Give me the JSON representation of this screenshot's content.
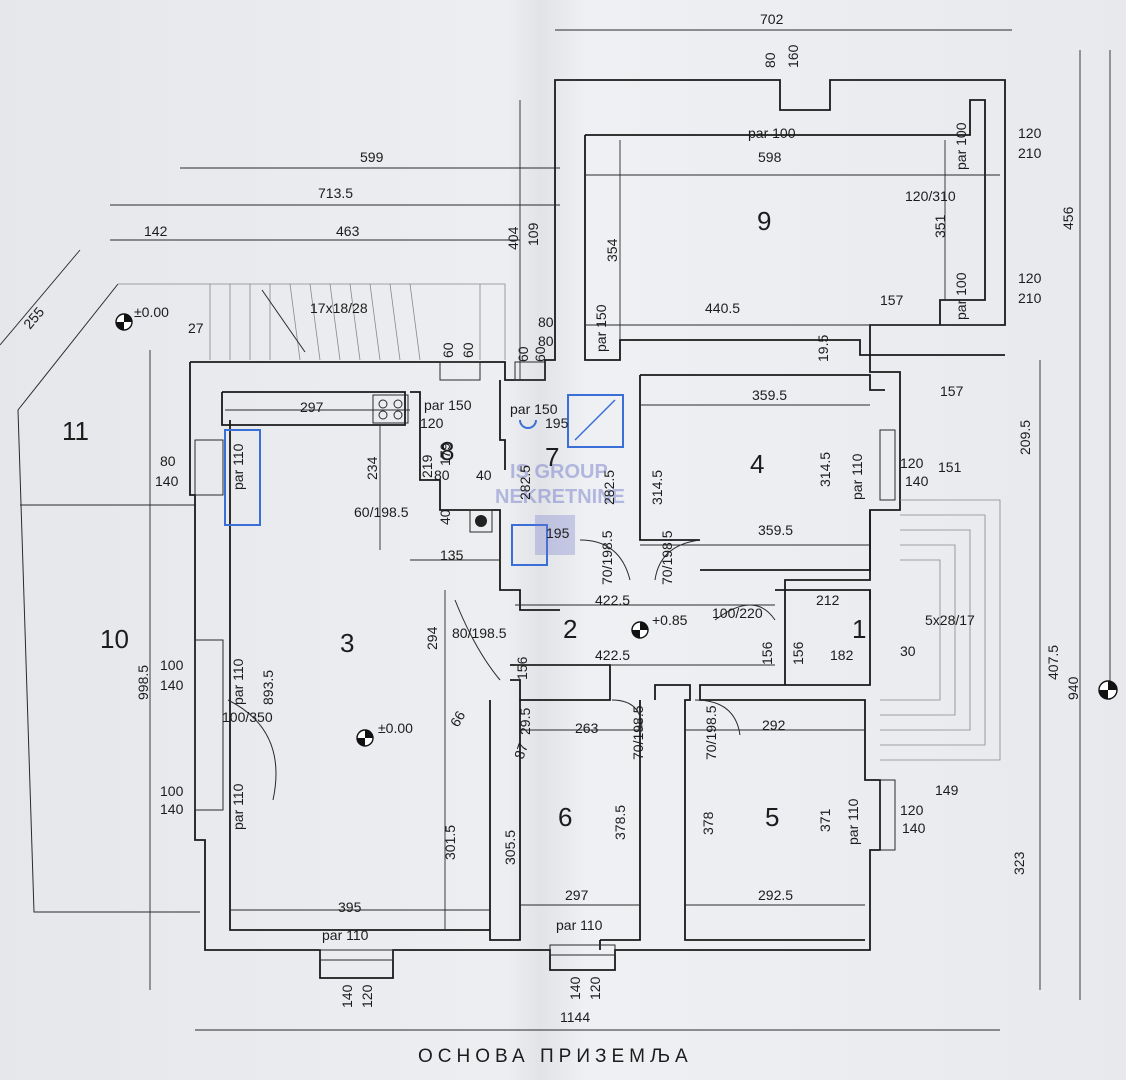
{
  "title": "ОСНОВА ПРИЗЕМЉА",
  "watermark": {
    "line1": "IS GROUP",
    "line2": "NEKRETNINE"
  },
  "rooms": [
    "1",
    "2",
    "3",
    "4",
    "5",
    "6",
    "7",
    "8",
    "9",
    "10",
    "11"
  ],
  "dims": {
    "d702": "702",
    "d80": "80",
    "d160": "160",
    "d456": "456",
    "d599": "599",
    "d7135": "713.5",
    "d142": "142",
    "d463": "463",
    "d404": "404",
    "d109": "109",
    "d255": "255",
    "dzero": "±0.00",
    "d27": "27",
    "stairs": "17x18/28",
    "par100a": "par 100",
    "d598": "598",
    "par100b": "par 100",
    "d120a": "120",
    "d210a": "210",
    "d120_310": "120/310",
    "d354": "354",
    "d351": "351",
    "d4405": "440.5",
    "d157a": "157",
    "par100c": "par 100",
    "d120b": "120",
    "d210b": "210",
    "d80a": "80",
    "d80b": "80",
    "par150a": "par 150",
    "d60a": "60",
    "d60b": "60",
    "d60c": "60",
    "d60d": "60",
    "d195": "19.5",
    "d297": "297",
    "par150b": "par 150",
    "d120c": "120",
    "par150c": "par 150",
    "d195b": "195",
    "d3595a": "359.5",
    "d157b": "157",
    "d2095": "209.5",
    "d234": "234",
    "d219": "219",
    "d179": "179",
    "d80c": "80",
    "d40a": "40",
    "d2825a": "282.5",
    "d2825b": "282.5",
    "d3145a": "314.5",
    "d3145b": "314.5",
    "par110a": "par 110",
    "d120d": "120",
    "d151": "151",
    "d140a": "140",
    "par110b": "par 110",
    "d80d": "80",
    "d140b": "140",
    "d60_1985": "60/198.5",
    "d40b": "40",
    "d195c": "195",
    "d3595b": "359.5",
    "d135": "135",
    "d70_1985a": "70/198.5",
    "d70_1985b": "70/198.5",
    "d4225a": "422.5",
    "d100_220": "100/220",
    "d212": "212",
    "d5x28": "5x28/17",
    "d4075": "407.5",
    "d085": "+0.85",
    "d80_1985": "80/198.5",
    "d156a": "156",
    "d156b": "156",
    "d4225b": "422.5",
    "d182": "182",
    "d30": "30",
    "d9985": "998.5",
    "d100a": "100",
    "d140c": "140",
    "par110c": "par 110",
    "d8935": "893.5",
    "d294": "294",
    "d940": "940",
    "d100_350": "100/350",
    "dzero2": "±0.00",
    "d66": "66",
    "d295": "29.5",
    "d263": "263",
    "d70_1985c": "70/198.5",
    "d70_1985d": "70/198.5",
    "d292": "292",
    "d87": "87",
    "d100b": "100",
    "d140d": "140",
    "par110d": "par 110",
    "d3015": "301.5",
    "d3055": "305.5",
    "d3785": "378.5",
    "d378": "378",
    "d371": "371",
    "par110e": "par 110",
    "d149": "149",
    "d120e": "120",
    "d140e": "140",
    "d323": "323",
    "d395": "395",
    "d297b": "297",
    "d2925": "292.5",
    "par110f": "par 110",
    "par110g": "par 110",
    "d140f": "140",
    "d120f": "120",
    "d140g": "140",
    "d120g": "120",
    "d1144": "1144"
  }
}
